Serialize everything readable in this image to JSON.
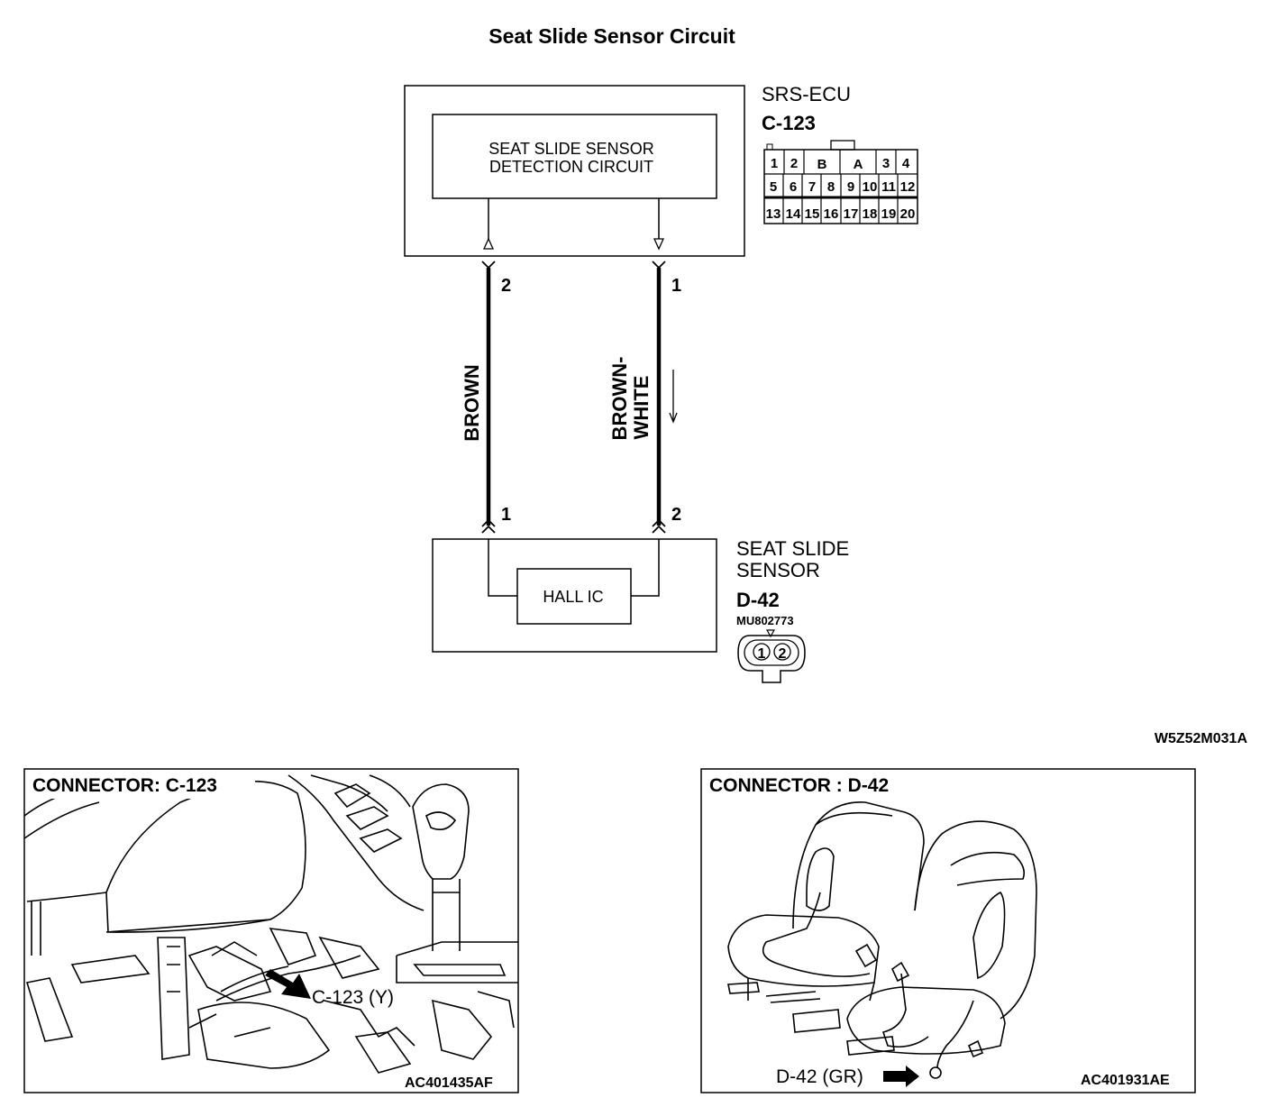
{
  "title": "Seat Slide Sensor Circuit",
  "ecu": {
    "name": "SRS-ECU",
    "connector": "C-123",
    "inner_box_line1": "SEAT SLIDE SENSOR",
    "inner_box_line2": "DETECTION CIRCUIT",
    "pins_row1": [
      "1",
      "2",
      "B",
      "A",
      "3",
      "4"
    ],
    "pins_row2": [
      "5",
      "6",
      "7",
      "8",
      "9",
      "10",
      "11",
      "12"
    ],
    "pins_row3": [
      "13",
      "14",
      "15",
      "16",
      "17",
      "18",
      "19",
      "20"
    ]
  },
  "wires": [
    {
      "color_line1": "BROWN",
      "color_line2": "",
      "ecu_pin": "2",
      "sensor_pin": "1"
    },
    {
      "color_line1": "BROWN-",
      "color_line2": "WHITE",
      "ecu_pin": "1",
      "sensor_pin": "2"
    }
  ],
  "sensor": {
    "name_line1": "SEAT SLIDE",
    "name_line2": "SENSOR",
    "connector": "D-42",
    "part_number": "MU802773",
    "ic_label": "HALL IC",
    "pins": [
      "1",
      "2"
    ]
  },
  "diagram_code": "W5Z52M031A",
  "panels": [
    {
      "title": "CONNECTOR: C-123",
      "callout": "C-123 (Y)",
      "code": "AC401435AF"
    },
    {
      "title": "CONNECTOR : D-42",
      "callout": "D-42 (GR)",
      "code": "AC401931AE"
    }
  ]
}
